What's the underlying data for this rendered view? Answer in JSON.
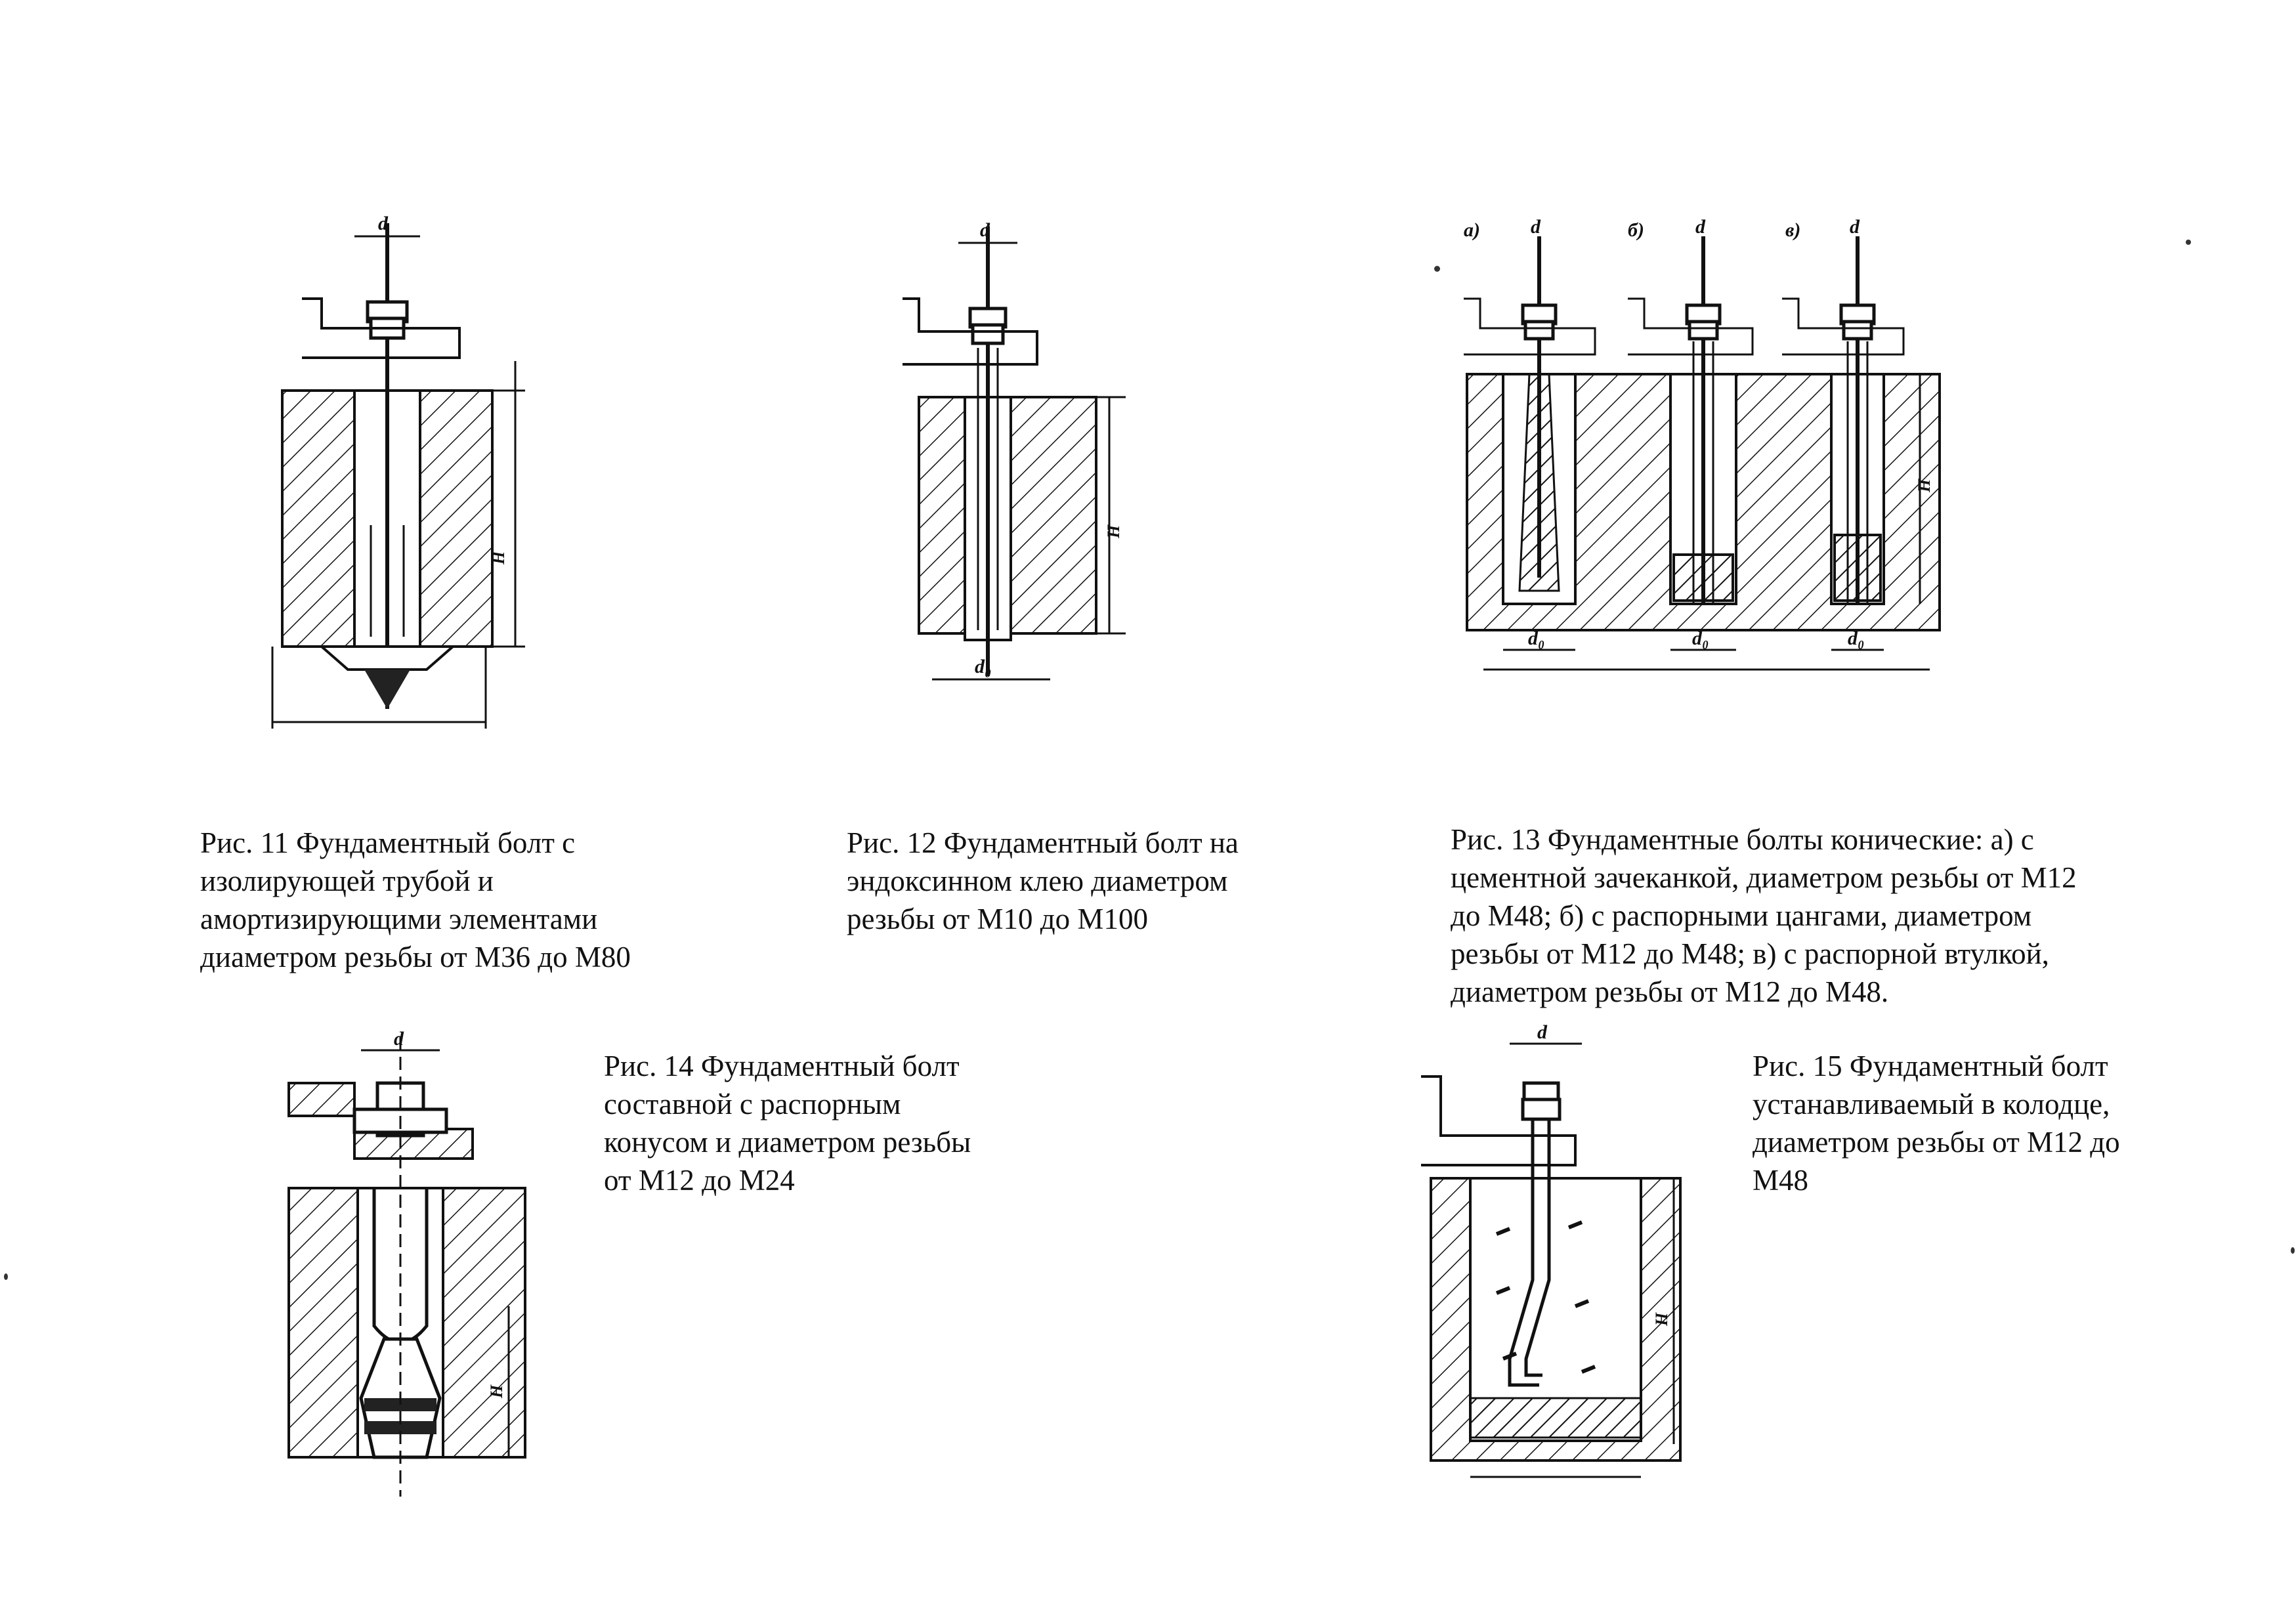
{
  "captions": {
    "fig11": [
      "Рис. 11 Фундаментный болт с",
      "изолирующей трубой и",
      "амортизирующими элементами",
      "диаметром резьбы от М36 до М80"
    ],
    "fig12": [
      "Рис. 12 Фундаментный болт на",
      "эндоксинном клею диаметром",
      "резьбы от М10 до М100"
    ],
    "fig13": [
      "Рис. 13 Фундаментные болты конические: а) с",
      "цементной зачеканкой, диаметром резьбы от М12",
      "до М48; б) с распорными цангами, диаметром",
      "резьбы от М12 до М48; в) с распорной втулкой,",
      "диаметром резьбы от М12 до М48."
    ],
    "fig14": [
      "Рис. 14 Фундаментный болт",
      " составной с распорным",
      "конусом и диаметром резьбы",
      "от М12 до М24"
    ],
    "fig15": [
      "Рис. 15 Фундаментный болт",
      "устанавливаемый в колодце,",
      "диаметром резьбы от М12 до",
      "М48"
    ]
  },
  "drawing_labels": {
    "d": "d",
    "d0": "d₀",
    "H": "H",
    "variant_a": "а)",
    "variant_b": "б)",
    "variant_v": "в)"
  },
  "colors": {
    "ink": "#111111",
    "paper": "#ffffff"
  }
}
